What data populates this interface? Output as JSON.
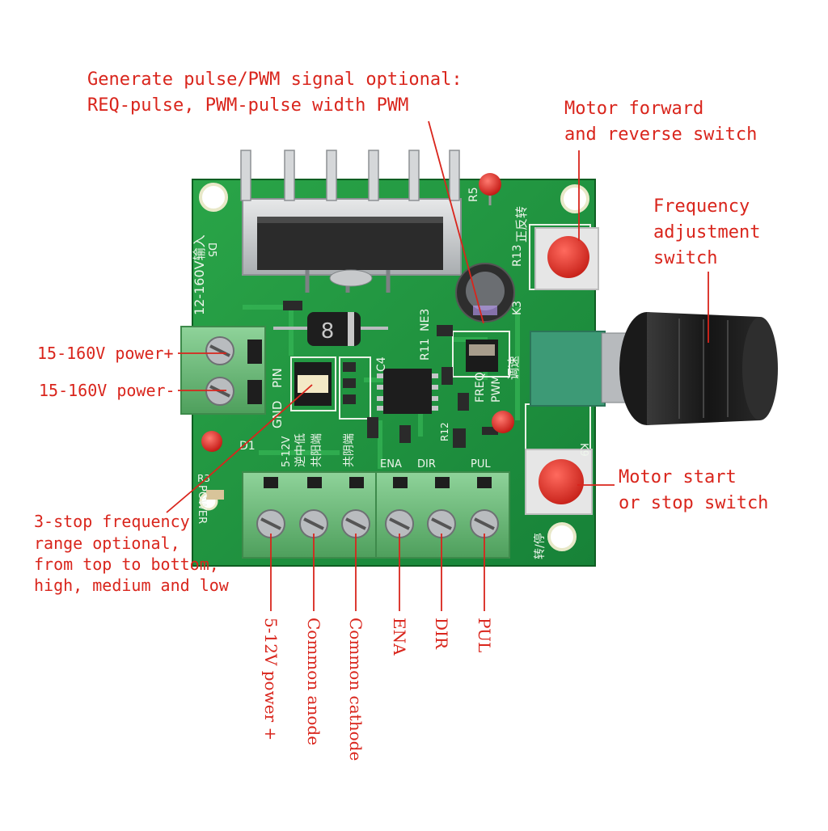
{
  "labels": {
    "pwm_line1": "Generate pulse/PWM signal optional:",
    "pwm_line2": "REQ-pulse, PWM-pulse width PWM",
    "fwd_line1": "Motor forward",
    "fwd_line2": "and reverse switch",
    "freq_line1": "Frequency",
    "freq_line2": "adjustment",
    "freq_line3": "switch",
    "power_plus": "15-160V power+",
    "power_minus": "15-160V power-",
    "start_line1": "Motor start",
    "start_line2": "or stop switch",
    "range_line1": "3-stop frequency",
    "range_line2": "range optional,",
    "range_line3": "from top to bottom,",
    "range_line4": "high, medium and low"
  },
  "terminals": [
    {
      "label": "5-12V power +"
    },
    {
      "label": "Common anode"
    },
    {
      "label": "Common cathode"
    },
    {
      "label": "ENA"
    },
    {
      "label": "DIR"
    },
    {
      "label": "PUL"
    }
  ],
  "pcb": {
    "silk_input": "12-160V输入",
    "silk_pin": "PIN",
    "silk_gnd": "GND",
    "silk_ne3": "NE3",
    "silk_r11": "R11",
    "silk_c4": "C4",
    "silk_freq": "FREQ",
    "silk_pwm": "PWM",
    "silk_adjust": "调速",
    "silk_fwdrev": "正反转",
    "silk_r5": "R5",
    "silk_r13": "R13",
    "silk_k3": "K3",
    "silk_d1": "D1",
    "silk_power": "POWER",
    "silk_stop": "转/停",
    "silk_pul": "PUL",
    "silk_dir": "DIR",
    "silk_ena": "ENA",
    "silk_512v": "5-12V",
    "silk_r12": "R12",
    "silk_k9": "K9",
    "silk_d5": "D5",
    "silk_r3": "R3",
    "silk_cathode": "共阴端",
    "silk_anode": "共阳端",
    "silk_mid": "逆中低",
    "diode_mark": "8"
  },
  "colors": {
    "label": "#d9251c",
    "pcb": "#1f8f3a",
    "pcb_dark": "#126b28",
    "terminal": "#6fbf7a",
    "button_red": "#e53128",
    "heatsink": "#cfd2d4"
  }
}
